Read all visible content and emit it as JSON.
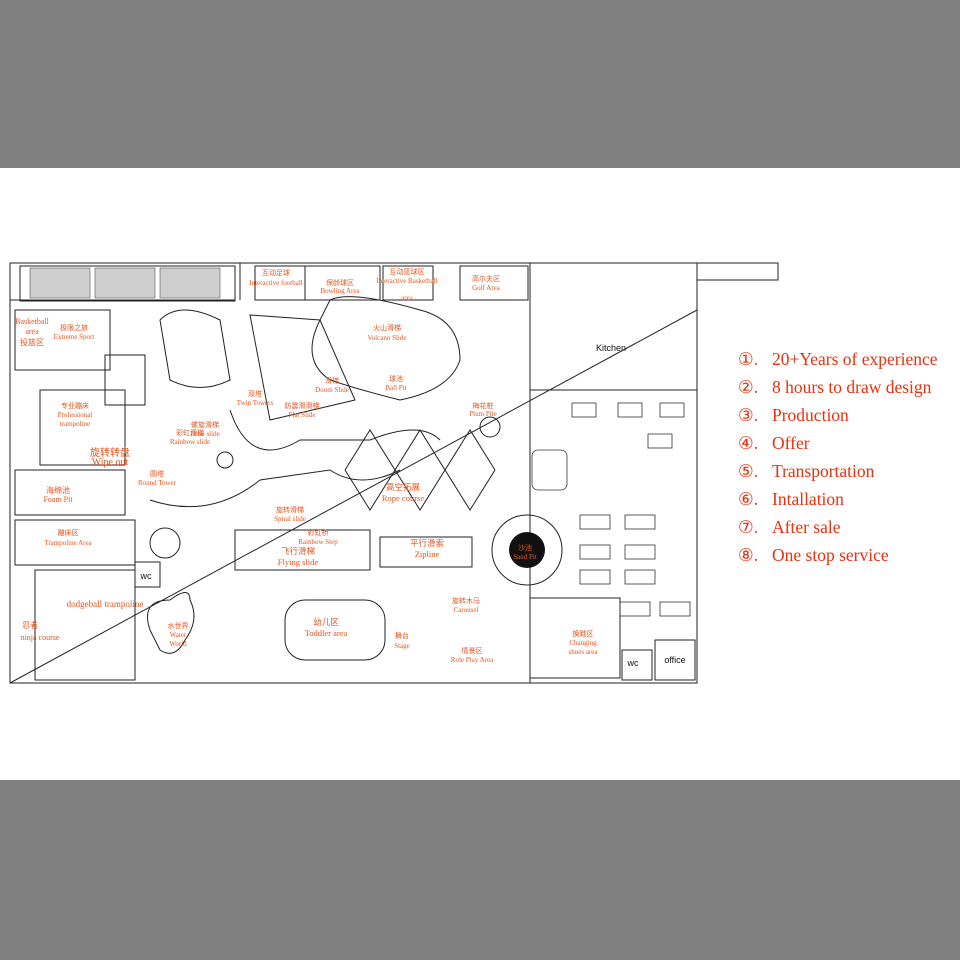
{
  "plan": {
    "zones": [
      {
        "zh": "互动足球",
        "en": "Interactive football"
      },
      {
        "zh": "保龄球区",
        "en": "Bowling Area"
      },
      {
        "zh": "互动篮球区",
        "en": "Interactive Basketball",
        "en2": "area"
      },
      {
        "zh": "高尔夫区",
        "en": "Golf Area"
      },
      {
        "zh": "投篮区",
        "en": "Basketball",
        "en2": "area"
      },
      {
        "zh": "极限之旅",
        "en": "Extreme Sport"
      },
      {
        "zh": "专业蹦床",
        "en": "Professional",
        "en2": "trampoline"
      },
      {
        "zh": "旋转转盘",
        "en": "Wipe out"
      },
      {
        "zh": "海绵池",
        "en": "Foam Pit"
      },
      {
        "zh": "蹦床区",
        "en": "Trampoline Area"
      },
      {
        "en": "dodgeball trampoline"
      },
      {
        "zh": "忍者",
        "en": "ninja course"
      },
      {
        "zh": "彩虹滑梯",
        "en": "Rainbow slide"
      },
      {
        "zh": "螺旋滑梯",
        "en": "Hose slide"
      },
      {
        "zh": "圆塔",
        "en": "Round Tower"
      },
      {
        "zh": "双塔",
        "en": "Twin Towers"
      },
      {
        "zh": "防震滑滑梯",
        "en": "Flat Slide"
      },
      {
        "zh": "滑梯",
        "en": "Doom Slide"
      },
      {
        "zh": "火山滑梯",
        "en": "Volcano Slide"
      },
      {
        "zh": "球池",
        "en": "Ball Pit"
      },
      {
        "zh": "梅花桩",
        "en": "Plum Pile"
      },
      {
        "zh": "高空拓展",
        "en": "Rope course"
      },
      {
        "zh": "旋转滑梯",
        "en": "Spiral slide"
      },
      {
        "zh": "彩虹桥",
        "en": "Rainbow Step"
      },
      {
        "zh": "飞行滑梯",
        "en": "Flying slide"
      },
      {
        "zh": "平行滑索",
        "en": "Zipline"
      },
      {
        "zh": "沙池",
        "en": "Sand Pit"
      },
      {
        "zh": "水世界",
        "en": "Water",
        "en2": "World"
      },
      {
        "zh": "幼儿区",
        "en": "Toddler area"
      },
      {
        "zh": "舞台",
        "en": "Stage"
      },
      {
        "zh": "旋转木马",
        "en": "Carousel"
      },
      {
        "zh": "情景区",
        "en": "Role Play Area"
      },
      {
        "zh": "换鞋区",
        "en": "Changing",
        "en2": "shoes area"
      }
    ],
    "rooms": {
      "kitchen": "Kitchen",
      "wc_left": "wc",
      "wc_right": "wc",
      "office": "office"
    }
  },
  "features": [
    {
      "num": "①.",
      "text": "20+Years of experience"
    },
    {
      "num": "②.",
      "text": "8 hours to draw design"
    },
    {
      "num": "③.",
      "text": "Production"
    },
    {
      "num": "④.",
      "text": "Offer"
    },
    {
      "num": "⑤.",
      "text": "Transportation"
    },
    {
      "num": "⑥.",
      "text": "Intallation"
    },
    {
      "num": "⑦.",
      "text": "After sale"
    },
    {
      "num": "⑧.",
      "text": "One stop service"
    }
  ],
  "colors": {
    "label": "#e8541e",
    "list": "#e8310f",
    "line": "#222222",
    "background": "#808080"
  }
}
